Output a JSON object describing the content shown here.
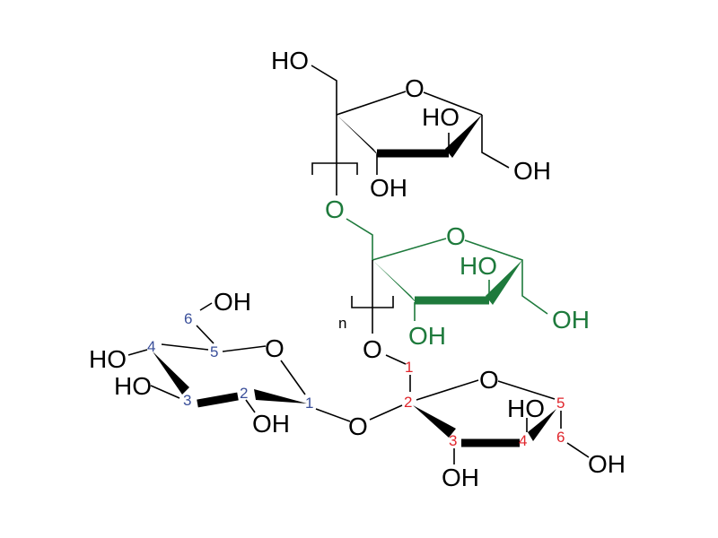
{
  "colors": {
    "black": "#000000",
    "green": "#1e7a3c",
    "blue": "#3a4f9a",
    "red": "#e0262c"
  },
  "top_fructose": {
    "ho_ch2": "HO",
    "ring_o": "O",
    "ho_c4": "HO",
    "oh_c3": "OH",
    "oh_c6": "OH"
  },
  "repeat_fructose": {
    "link_o": "O",
    "ring_o": "O",
    "ho_c4": "HO",
    "oh_c3": "OH",
    "oh_c6": "OH",
    "repeat": "n"
  },
  "glucose": {
    "ring_o": "O",
    "oh_c6": "OH",
    "ho_c4": "HO",
    "ho_c3": "HO",
    "oh_c2": "OH",
    "numbers": [
      "1",
      "2",
      "3",
      "4",
      "5",
      "6"
    ]
  },
  "sucrose_fructose": {
    "link_o": "O",
    "glyco_o": "O",
    "ring_o": "O",
    "ho_c4": "HO",
    "oh_c3": "OH",
    "oh_c6": "OH",
    "numbers": [
      "1",
      "2",
      "3",
      "4",
      "5",
      "6"
    ]
  }
}
